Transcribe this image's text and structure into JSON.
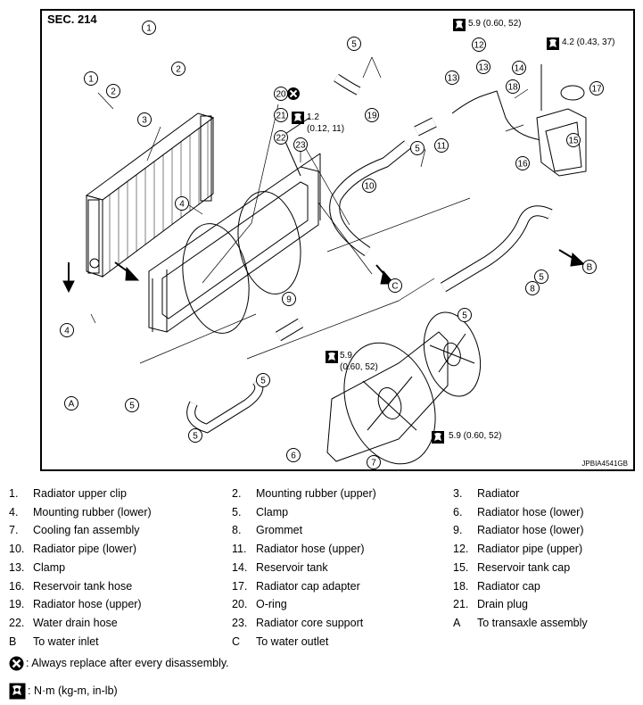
{
  "figure": {
    "section_title": "SEC. 214",
    "figure_code": "JPBIA4541GB",
    "callouts": [
      "1",
      "2",
      "1",
      "2",
      "3",
      "4",
      "4",
      "5",
      "5",
      "5",
      "5",
      "5",
      "5",
      "5",
      "6",
      "7",
      "8",
      "9",
      "10",
      "11",
      "12",
      "13",
      "13",
      "14",
      "15",
      "16",
      "17",
      "18",
      "19",
      "20",
      "21",
      "22",
      "23",
      "A",
      "B",
      "C"
    ],
    "torques": {
      "t_top": "5.9 (0.60, 52)",
      "t_right": "4.2 (0.43, 37)",
      "t_left_line1": "1.2",
      "t_left_line2": "(0.12, 11)",
      "t_pipe_line1": "5.9",
      "t_pipe_line2": "(0.60, 52)",
      "t_fan": "5.9 (0.60, 52)"
    }
  },
  "legend": {
    "items": [
      {
        "num": "1.",
        "text": "Radiator upper clip"
      },
      {
        "num": "2.",
        "text": "Mounting rubber (upper)"
      },
      {
        "num": "3.",
        "text": "Radiator"
      },
      {
        "num": "4.",
        "text": "Mounting rubber (lower)"
      },
      {
        "num": "5.",
        "text": "Clamp"
      },
      {
        "num": "6.",
        "text": "Radiator hose (lower)"
      },
      {
        "num": "7.",
        "text": "Cooling fan assembly"
      },
      {
        "num": "8.",
        "text": "Grommet"
      },
      {
        "num": "9.",
        "text": "Radiator hose (lower)"
      },
      {
        "num": "10.",
        "text": "Radiator pipe (lower)"
      },
      {
        "num": "11.",
        "text": "Radiator hose (upper)"
      },
      {
        "num": "12.",
        "text": "Radiator pipe (upper)"
      },
      {
        "num": "13.",
        "text": "Clamp"
      },
      {
        "num": "14.",
        "text": "Reservoir tank"
      },
      {
        "num": "15.",
        "text": "Reservoir tank cap"
      },
      {
        "num": "16.",
        "text": "Reservoir tank hose"
      },
      {
        "num": "17.",
        "text": "Radiator cap adapter"
      },
      {
        "num": "18.",
        "text": "Radiator cap"
      },
      {
        "num": "19.",
        "text": "Radiator hose (upper)"
      },
      {
        "num": "20.",
        "text": "O-ring"
      },
      {
        "num": "21.",
        "text": "Drain plug"
      },
      {
        "num": "22.",
        "text": "Water drain hose"
      },
      {
        "num": "23.",
        "text": "Radiator core support"
      },
      {
        "num": "A",
        "text": "To transaxle assembly"
      },
      {
        "num": "B",
        "text": "To water inlet"
      },
      {
        "num": "C",
        "text": "To water outlet"
      }
    ],
    "replace_note": ": Always replace after every disassembly.",
    "torque_unit_note": ": N·m (kg-m, in-lb)"
  }
}
